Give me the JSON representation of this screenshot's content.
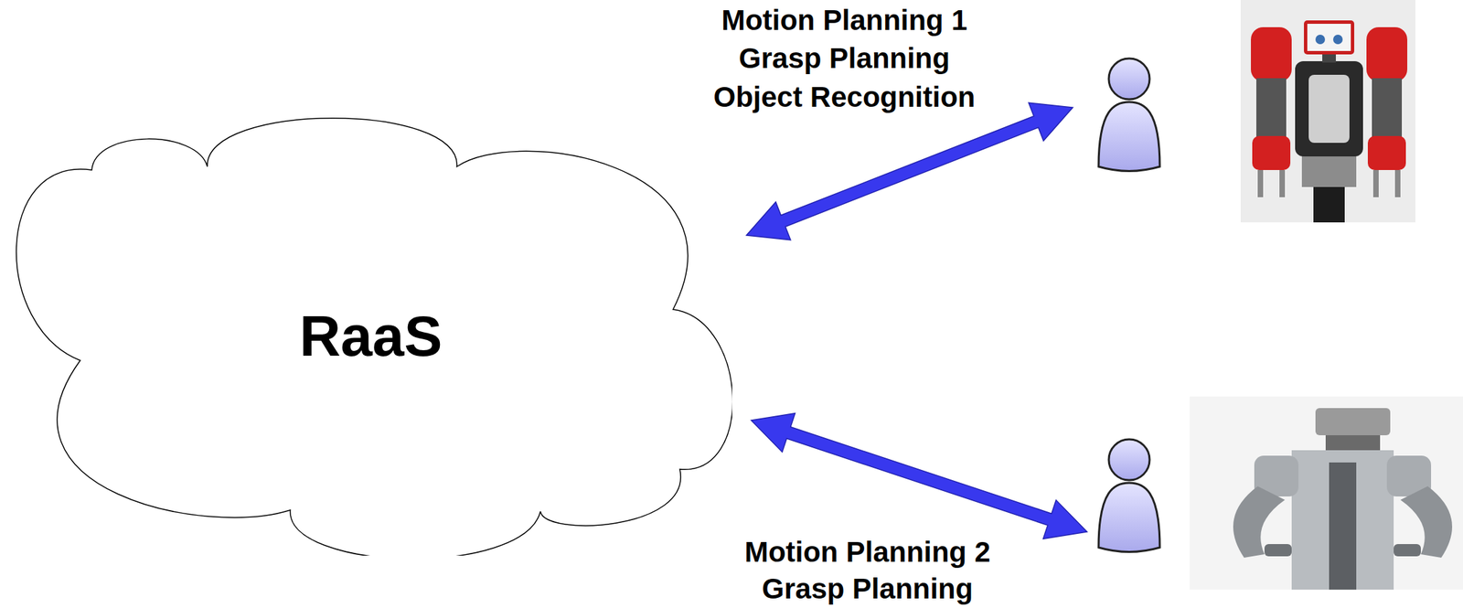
{
  "diagram": {
    "nodes": [
      {
        "text": [
          "RaaS"
        ]
      }
    ],
    "labels": [
      "Motion Planning 1",
      "Grasp Planning",
      "Object Recognition",
      "Motion Planning 2",
      "Grasp Planning"
    ]
  }
}
